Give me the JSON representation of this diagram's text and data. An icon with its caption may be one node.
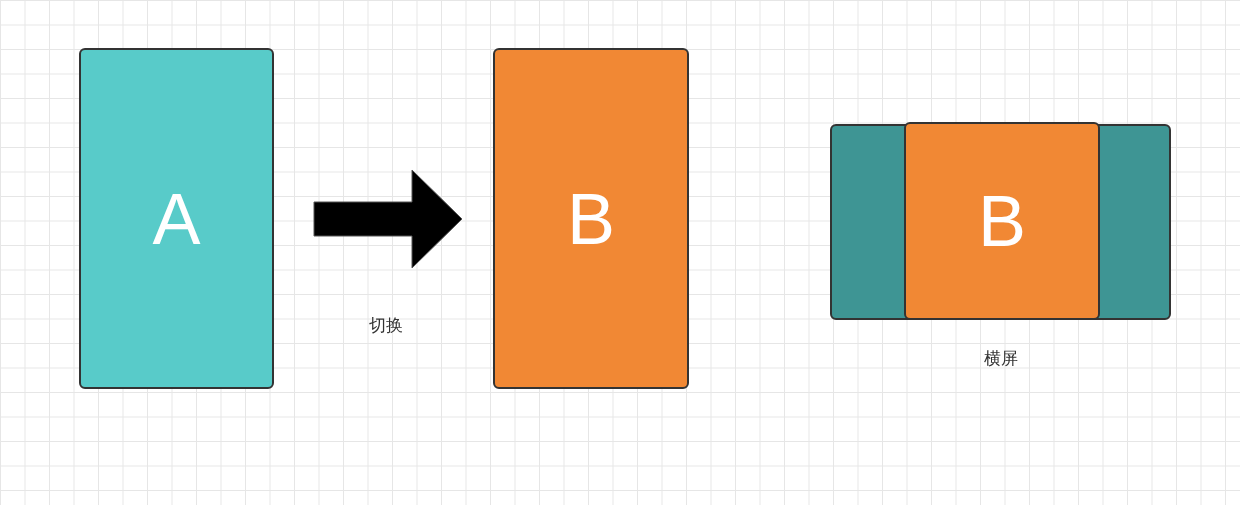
{
  "diagram": {
    "nodes": [
      {
        "text": [
          "A"
        ]
      },
      {
        "text": [
          "B"
        ]
      },
      {
        "text": [],
        "shape": "box",
        "beside": [
          "横屏"
        ]
      },
      {
        "text": [
          "B"
        ],
        "in": 2
      }
    ],
    "edges": [
      {
        "from": 0,
        "to": 1,
        "arrow": "to",
        "style": "thick",
        "color": "#000000"
      }
    ],
    "labels": [
      "切换"
    ]
  }
}
